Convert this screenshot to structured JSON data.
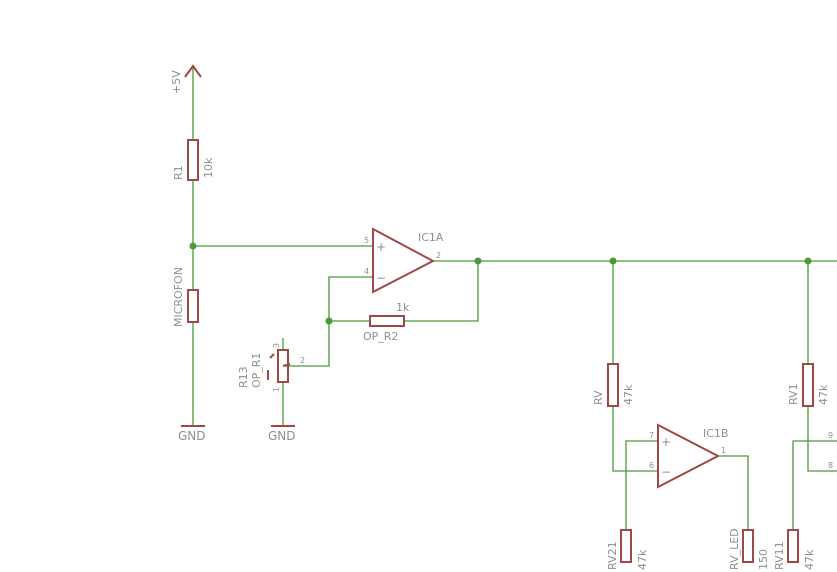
{
  "colors": {
    "wire": "#4a9a3a",
    "part": "#a04848",
    "text": "#8f8f8f",
    "background": "#ffffff"
  },
  "labels": {
    "supply": "+5V",
    "r1_name": "R1",
    "r1_value": "10k",
    "mic": "MICROFON",
    "gnd_left": "GND",
    "gnd_pot": "GND",
    "r13_name": "R13",
    "r13_value": "OP_R1",
    "ic1a": "IC1A",
    "r2_value": "1k",
    "r2_name": "OP_R2",
    "rv_name": "RV",
    "rv_value": "47k",
    "ic1b": "IC1B",
    "rv21_name": "RV21",
    "rv21_value": "47k",
    "rvled_name": "RV_LED",
    "rvled_value": "150",
    "rv1_name": "RV1",
    "rv1_value": "47k",
    "rv11_name": "RV11",
    "rv11_value": "47k"
  },
  "pins": {
    "ic1a_p5": "5",
    "ic1a_p4": "4",
    "ic1a_p2": "2",
    "ic1a_plus": "+",
    "ic1a_minus": "−",
    "pot_p3": "3",
    "pot_p2": "2",
    "pot_p1": "1",
    "ic1b_p7": "7",
    "ic1b_p6": "6",
    "ic1b_p1": "1",
    "ic1b_plus": "+",
    "ic1b_minus": "−",
    "ic_p9": "9",
    "ic_p8": "8"
  }
}
